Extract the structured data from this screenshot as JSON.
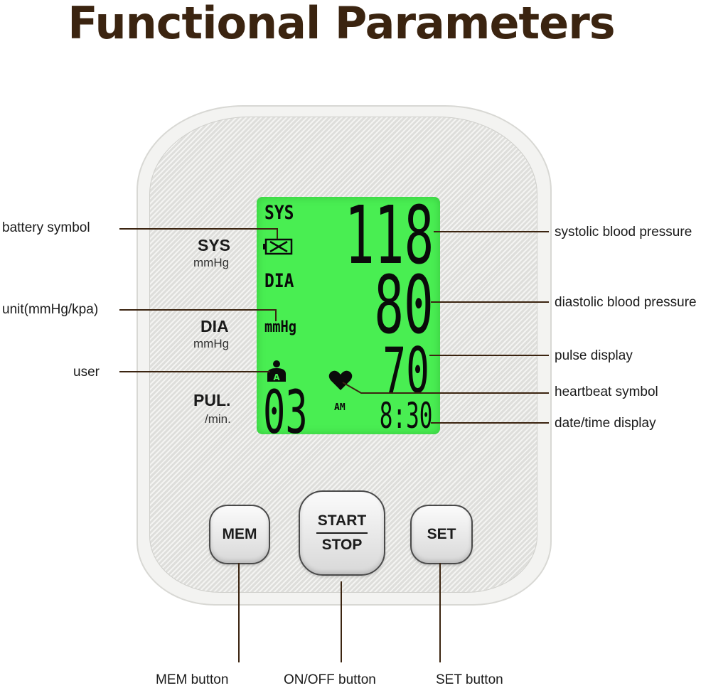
{
  "title": "Functional Parameters",
  "face": {
    "sys": "SYS",
    "sys_unit": "mmHg",
    "dia": "DIA",
    "dia_unit": "mmHg",
    "pul": "PUL.",
    "pul_unit": "/min."
  },
  "lcd": {
    "sys_label": "SYS",
    "dia_label": "DIA",
    "unit": "mmHg",
    "systolic": "118",
    "diastolic": "80",
    "pulse": "70",
    "user_letter": "A",
    "user_number": "03",
    "ampm": "AM",
    "time": "8:30",
    "background_color": "#49ee52"
  },
  "buttons": {
    "mem": "MEM",
    "start": "START",
    "stop": "STOP",
    "set": "SET"
  },
  "callouts": {
    "battery": "battery symbol",
    "unit": "unit(mmHg/kpa)",
    "user": "user",
    "systolic": "systolic blood pressure",
    "diastolic": "diastolic blood pressure",
    "pulse": "pulse display",
    "heartbeat": "heartbeat symbol",
    "datetime": "date/time display",
    "mem_button": "MEM button",
    "onoff_button": "ON/OFF button",
    "set_button": "SET button"
  },
  "icons": [
    "battery-icon",
    "user-icon",
    "heart-icon"
  ],
  "colors": {
    "title": "#3b2410",
    "leader_line": "#3b2410"
  }
}
